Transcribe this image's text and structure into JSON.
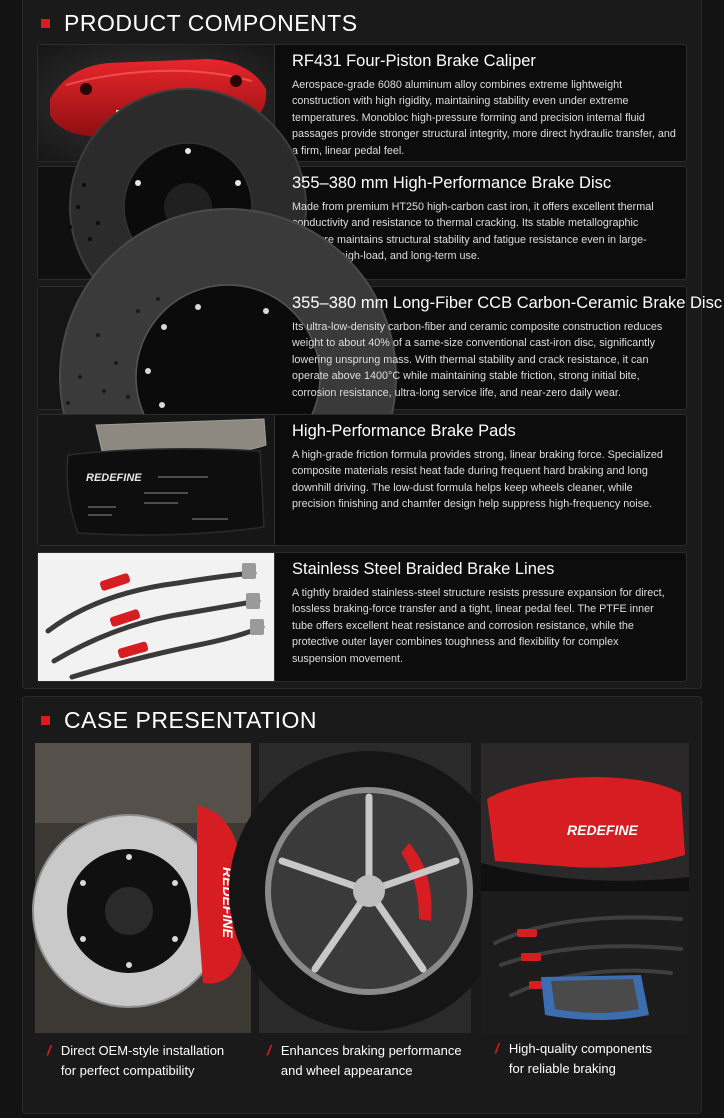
{
  "components": {
    "title": "PRODUCT COMPONENTS",
    "items": [
      {
        "title": "RF431 Four-Piston Brake Caliper",
        "image": "red brake caliper with REDEFINE logo",
        "image_text": "REDEFINE",
        "desc": "Aerospace-grade 6080 aluminum alloy combines extreme lightweight construction with high rigidity, maintaining stability even under extreme temperatures. Monobloc high-pressure forming and precision internal fluid passages provide stronger structural integrity, more direct hydraulic transfer, and a firm, linear pedal feel."
      },
      {
        "title": "355–380 mm High-Performance Brake Disc",
        "image": "drilled and slotted brake disc",
        "desc": "Made from premium HT250 high-carbon cast iron, it offers excellent thermal conductivity and resistance to thermal cracking. Its stable metallographic structure maintains structural stability and fatigue resistance even in large-diameter, high-load, and long-term use."
      },
      {
        "title": "355–380 mm Long-Fiber CCB Carbon-Ceramic Brake Disc",
        "image": "carbon-ceramic brake disc",
        "desc": "Its ultra-low-density carbon-fiber and ceramic composite construction reduces weight to about 40% of a same-size conventional cast-iron disc, significantly lowering unsprung mass. With thermal stability and crack resistance, it can operate above 1400°C while maintaining stable friction, strong initial bite, corrosion resistance, ultra-long service life, and near-zero daily wear."
      },
      {
        "title": "High-Performance Brake Pads",
        "image": "brake pads with REDEFINE marking",
        "image_text": "REDEFINE",
        "desc": "A high-grade friction formula provides strong, linear braking force. Specialized composite materials resist heat fade during frequent hard braking and long downhill driving. The low-dust formula helps keep wheels cleaner, while precision finishing and chamfer design help suppress high-frequency noise."
      },
      {
        "title": "Stainless Steel Braided Brake Lines",
        "image": "three braided brake lines",
        "desc": "A tightly braided stainless-steel structure resists pressure expansion for direct, lossless braking-force transfer and a tight, linear pedal feel. The PTFE inner tube offers excellent heat resistance and corrosion resistance, while the protective outer layer combines toughness and flexibility for complex suspension movement."
      }
    ]
  },
  "cases": {
    "title": "CASE PRESENTATION",
    "items": [
      {
        "image": "installed disc and red caliper on vehicle",
        "image_text": "REDEFINE",
        "caption_line1": "Direct OEM-style installation",
        "caption_line2": "for perfect compatibility"
      },
      {
        "image": "silver multi-spoke wheel with red caliper",
        "caption_line1": "Enhances braking performance",
        "caption_line2": "and wheel appearance"
      },
      {
        "image": "calipers, lines and pads kit",
        "image_text": "REDEFINE",
        "caption_line1": "High-quality components",
        "caption_line2": "for reliable braking"
      }
    ]
  },
  "colors": {
    "accent": "#d51d22",
    "background": "#131313",
    "panel": "#1a1a1a",
    "card": "#0c0c0c"
  }
}
